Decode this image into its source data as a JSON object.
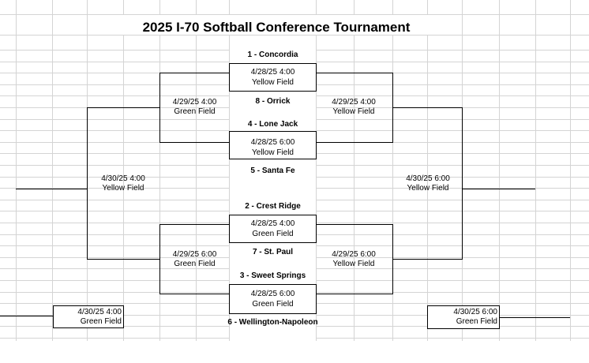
{
  "title": "2025 I-70 Softball Conference Tournament",
  "teams": {
    "t1": "1 - Concordia",
    "t8": "8 - Orrick",
    "t4": "4 - Lone Jack",
    "t5": "5 - Santa Fe",
    "t2": "2 - Crest Ridge",
    "t7": "7 - St. Paul",
    "t3": "3 - Sweet Springs",
    "t6": "6 - Wellington-Napoleon"
  },
  "games": {
    "r1a": {
      "time": "4/28/25 4:00",
      "field": "Yellow Field"
    },
    "r1b": {
      "time": "4/28/25 6:00",
      "field": "Yellow Field"
    },
    "r1c": {
      "time": "4/28/25 4:00",
      "field": "Green Field"
    },
    "r1d": {
      "time": "4/28/25 6:00",
      "field": "Green Field"
    },
    "sfl_top": {
      "time": "4/29/25 4:00",
      "field": "Green Field"
    },
    "sfr_top": {
      "time": "4/29/25 4:00",
      "field": "Yellow Field"
    },
    "sfl_bot": {
      "time": "4/29/25 6:00",
      "field": "Green Field"
    },
    "sfr_bot": {
      "time": "4/29/25 6:00",
      "field": "Yellow Field"
    },
    "final_left": {
      "time": "4/30/25 4:00",
      "field": "Yellow Field"
    },
    "final_right": {
      "time": "4/30/25 6:00",
      "field": "Yellow Field"
    },
    "cons_left": {
      "time": "4/30/25 4:00",
      "field": "Green Field"
    },
    "cons_right": {
      "time": "4/30/25 6:00",
      "field": "Green Field"
    }
  }
}
